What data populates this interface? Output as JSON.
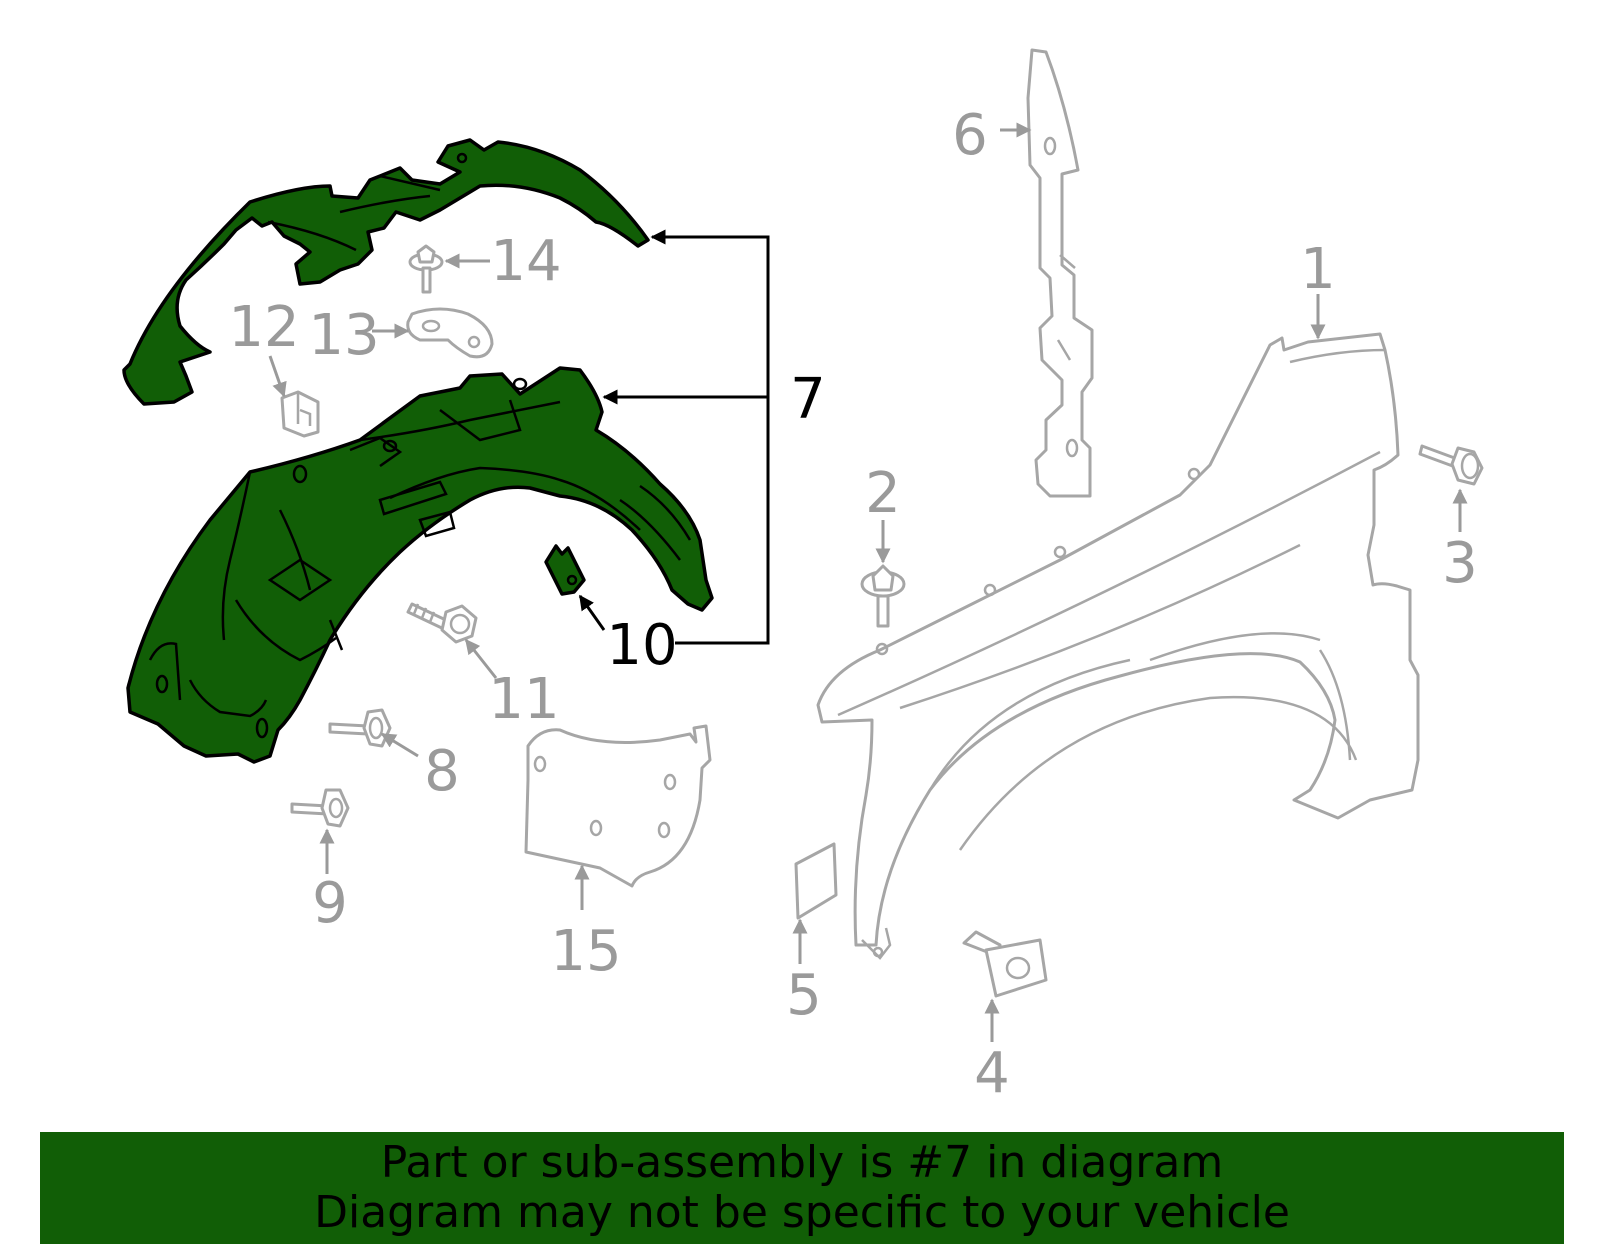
{
  "colors": {
    "highlight_fill": "#115e06",
    "banner_background": "#115e06",
    "part_outline": "#a6a6a6",
    "label_gray": "#9a9a9a",
    "label_highlight": "#000000"
  },
  "callouts": [
    {
      "id": "1",
      "label": "1",
      "highlighted": false
    },
    {
      "id": "2",
      "label": "2",
      "highlighted": false
    },
    {
      "id": "3",
      "label": "3",
      "highlighted": false
    },
    {
      "id": "4",
      "label": "4",
      "highlighted": false
    },
    {
      "id": "5",
      "label": "5",
      "highlighted": false
    },
    {
      "id": "6",
      "label": "6",
      "highlighted": false
    },
    {
      "id": "7",
      "label": "7",
      "highlighted": true
    },
    {
      "id": "8",
      "label": "8",
      "highlighted": false
    },
    {
      "id": "9",
      "label": "9",
      "highlighted": false
    },
    {
      "id": "10",
      "label": "10",
      "highlighted": true
    },
    {
      "id": "11",
      "label": "11",
      "highlighted": false
    },
    {
      "id": "12",
      "label": "12",
      "highlighted": false
    },
    {
      "id": "13",
      "label": "13",
      "highlighted": false
    },
    {
      "id": "14",
      "label": "14",
      "highlighted": false
    },
    {
      "id": "15",
      "label": "15",
      "highlighted": false
    }
  ],
  "banner": {
    "line1": "Part or sub-assembly is #7 in diagram",
    "line2": "Diagram may not be specific to your vehicle"
  }
}
